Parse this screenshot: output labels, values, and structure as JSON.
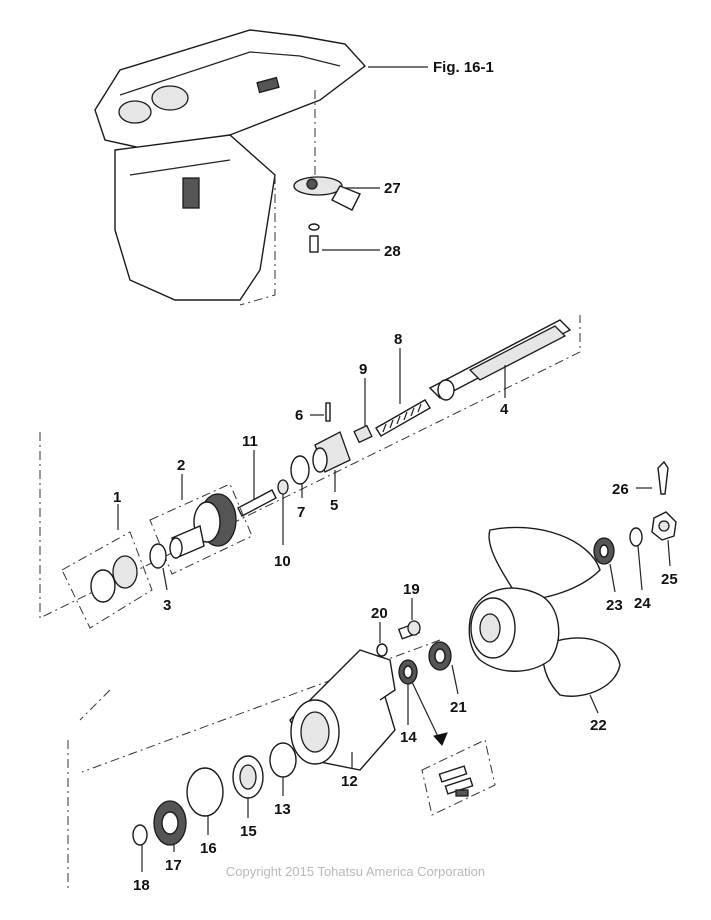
{
  "figure_ref": "Fig. 16-1",
  "copyright": "Copyright 2015 Tohatsu America Corporation",
  "callouts": [
    {
      "id": "1",
      "label": "1"
    },
    {
      "id": "2",
      "label": "2"
    },
    {
      "id": "3",
      "label": "3"
    },
    {
      "id": "4",
      "label": "4"
    },
    {
      "id": "5",
      "label": "5"
    },
    {
      "id": "6",
      "label": "6"
    },
    {
      "id": "7",
      "label": "7"
    },
    {
      "id": "8",
      "label": "8"
    },
    {
      "id": "9",
      "label": "9"
    },
    {
      "id": "10",
      "label": "10"
    },
    {
      "id": "11",
      "label": "11"
    },
    {
      "id": "12",
      "label": "12"
    },
    {
      "id": "13",
      "label": "13"
    },
    {
      "id": "14",
      "label": "14"
    },
    {
      "id": "15",
      "label": "15"
    },
    {
      "id": "16",
      "label": "16"
    },
    {
      "id": "17",
      "label": "17"
    },
    {
      "id": "18",
      "label": "18"
    },
    {
      "id": "19",
      "label": "19"
    },
    {
      "id": "20",
      "label": "20"
    },
    {
      "id": "21",
      "label": "21"
    },
    {
      "id": "22",
      "label": "22"
    },
    {
      "id": "23",
      "label": "23"
    },
    {
      "id": "24",
      "label": "24"
    },
    {
      "id": "25",
      "label": "25"
    },
    {
      "id": "26",
      "label": "26"
    },
    {
      "id": "27",
      "label": "27"
    },
    {
      "id": "28",
      "label": "28"
    }
  ]
}
